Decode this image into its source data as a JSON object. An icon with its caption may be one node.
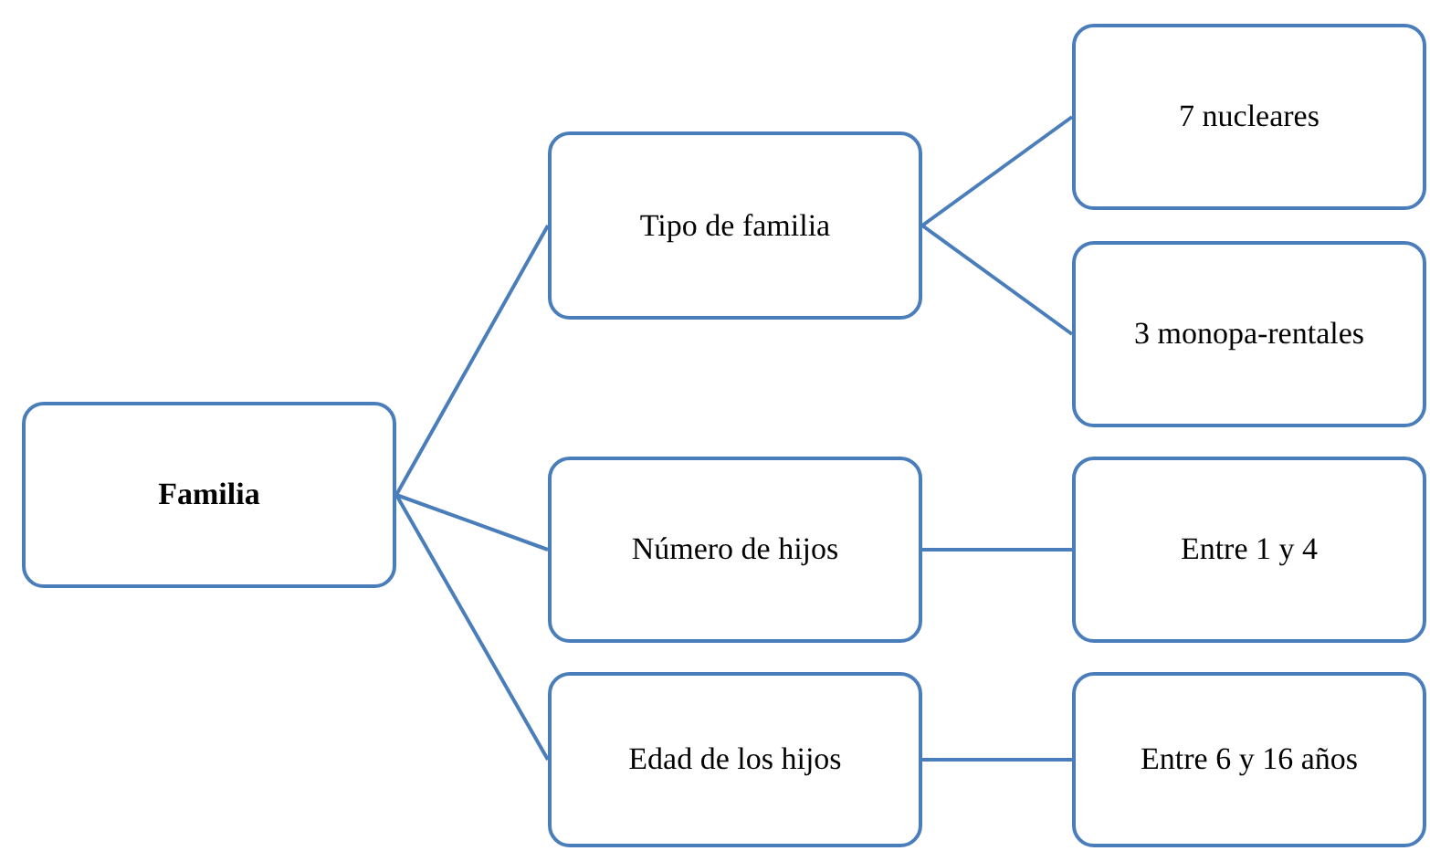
{
  "diagram": {
    "nodes": [
      {
        "text": [
          "Familia"
        ]
      },
      {
        "text": [
          "Tipo de familia"
        ]
      },
      {
        "text": [
          "Número de hijos"
        ]
      },
      {
        "text": [
          "Edad de los hijos"
        ]
      },
      {
        "text": [
          "7 nucleares"
        ]
      },
      {
        "text": [
          "3 monopa-rentales"
        ]
      },
      {
        "text": [
          "Entre 1 y 4"
        ]
      },
      {
        "text": [
          "Entre 6 y 16 años"
        ]
      }
    ],
    "edges": [
      {
        "from": 0,
        "to": 1,
        "arrow": "none"
      },
      {
        "from": 0,
        "to": 2,
        "arrow": "none"
      },
      {
        "from": 0,
        "to": 3,
        "arrow": "none"
      },
      {
        "from": 1,
        "to": 4,
        "arrow": "none"
      },
      {
        "from": 1,
        "to": 5,
        "arrow": "none"
      },
      {
        "from": 2,
        "to": 6,
        "arrow": "none"
      },
      {
        "from": 3,
        "to": 7,
        "arrow": "none"
      }
    ]
  }
}
